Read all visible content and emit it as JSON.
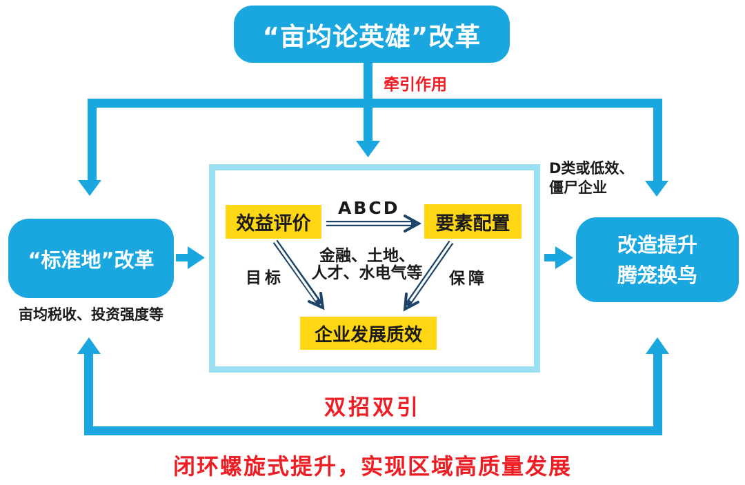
{
  "colors": {
    "cyan": "#1AA7E0",
    "panel_border": "#9ADFF2",
    "yellow": "#FFD714",
    "red": "#EE1C23",
    "navy": "#1B4468",
    "text_black": "#1A1A1A"
  },
  "top": {
    "title": "“亩均论英雄”改革",
    "traction_label": "牵引作用"
  },
  "left": {
    "title": "“标准地”改革",
    "note": "亩均税收、投资强度等"
  },
  "right": {
    "title_line1": "改造提升",
    "title_line2": "腾笼换鸟",
    "note_line1": "D类或低效、",
    "note_line2": "僵尸企业"
  },
  "panel": {
    "benefit_box": "效益评价",
    "factor_box": "要素配置",
    "quality_box": "企业发展质效",
    "abcd_label": "ABCD",
    "goal_label": "目标",
    "resource_line1": "金融、土地、",
    "resource_line2": "人才、水电气等",
    "guarantee_label": "保障"
  },
  "footer": {
    "double_recruit": "双招双引",
    "slogan": "闭环螺旋式提升，实现区域高质量发展"
  }
}
